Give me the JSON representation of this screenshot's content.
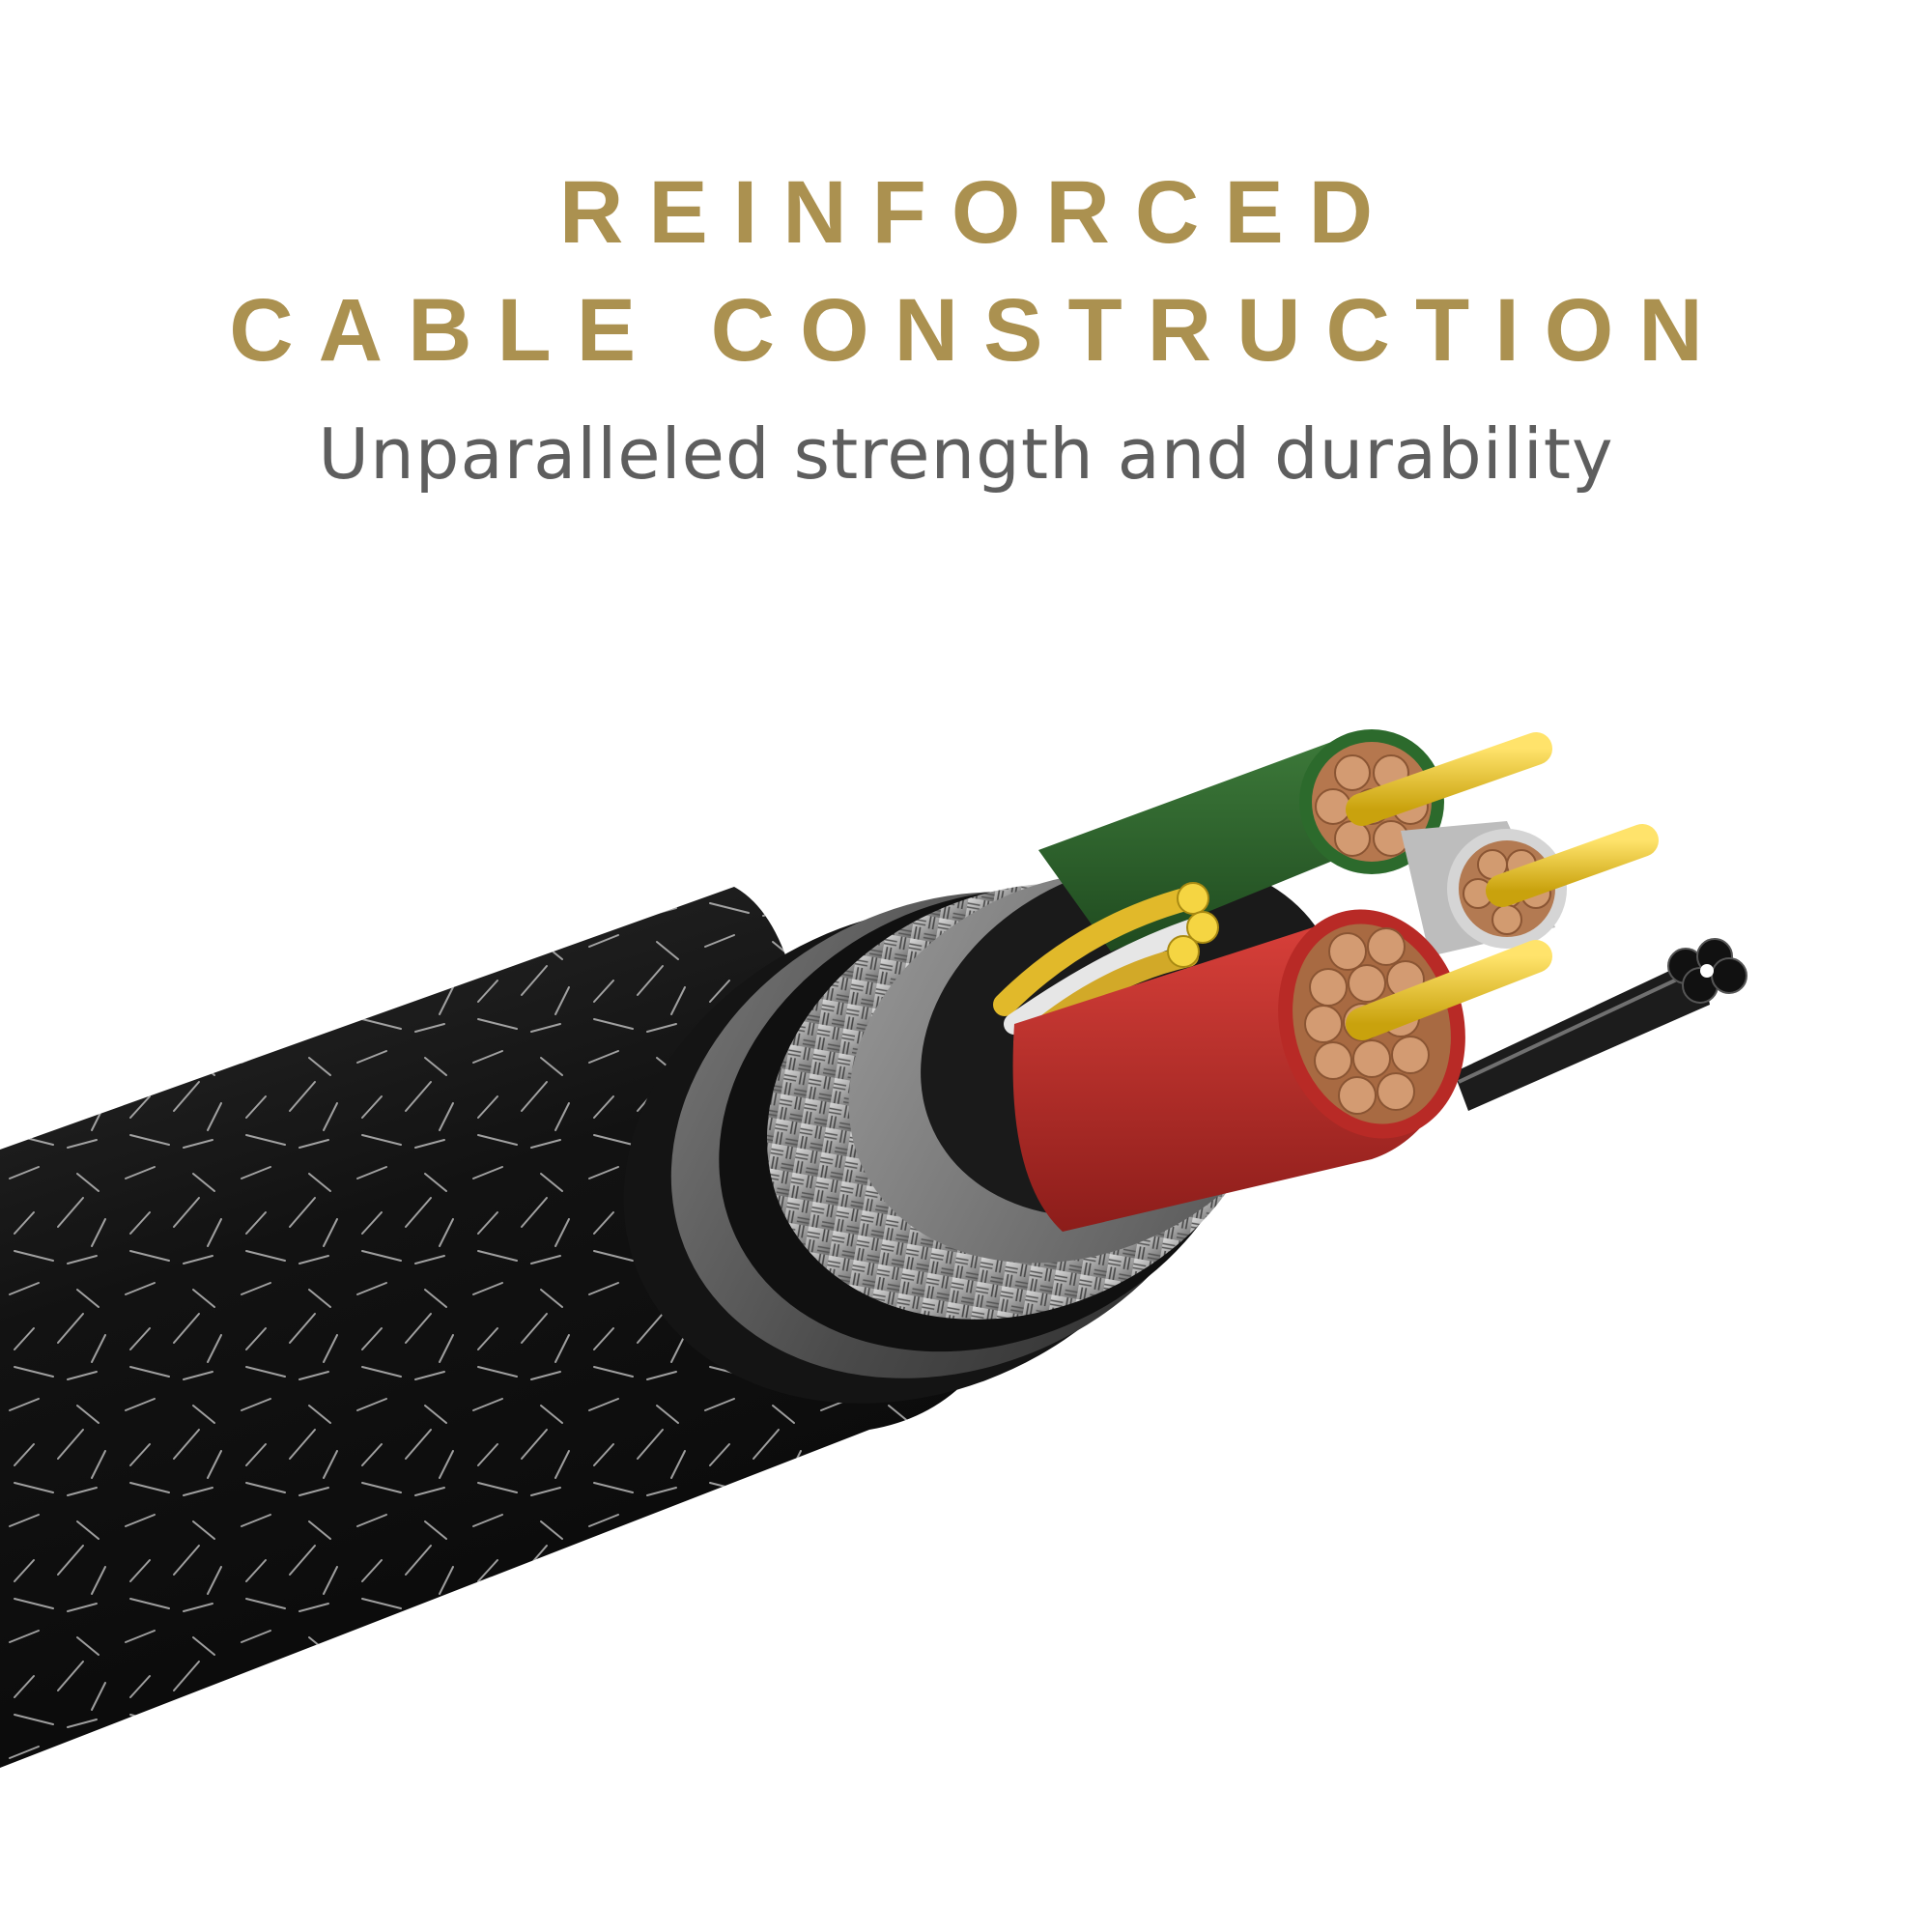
{
  "headline": {
    "line1": "REINFORCED",
    "line2": "CABLE CONSTRUCTION"
  },
  "subheadline": "Unparalleled strength and durability",
  "colors": {
    "headline": "#ab9150",
    "subheadline": "#5e5e5e",
    "background": "#ffffff",
    "jacket": "#151515",
    "wire_green": "#2c6a2c",
    "wire_red": "#c9302c",
    "wire_white": "#cfcfcf",
    "conductor_gold": "#e6c21a",
    "copper": "#c98a5c"
  },
  "illustration": {
    "subject": "cable-cross-section-icon"
  }
}
